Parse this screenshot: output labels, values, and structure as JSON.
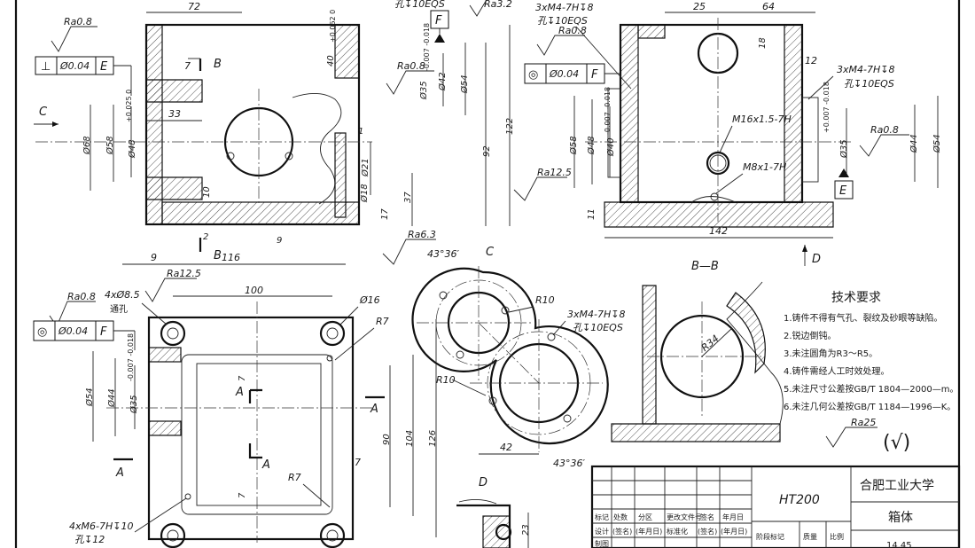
{
  "front_view": {
    "dims": {
      "d72": "72",
      "d7": "7",
      "d33": "33",
      "d10": "10",
      "d9a": "9",
      "d9b": "9",
      "d2": "2",
      "d116": "116",
      "d92": "92",
      "d122": "122",
      "d37": "37",
      "d17": "17",
      "d1": "1",
      "phi68": "Ø68",
      "phi58": "Ø58",
      "phi48": "Ø48",
      "tol48": "+0.025\n0",
      "phi42": "Ø42",
      "phi54": "Ø54",
      "phi35": "Ø35",
      "tol35": "-0.007\n-0.018",
      "d40": "40",
      "tol40": "+0.062\n0",
      "phi21": "Ø21",
      "phi18": "Ø18"
    },
    "labels": {
      "c": "C",
      "b_top": "B",
      "b_bot": "B"
    },
    "ra": {
      "ra08_left": "Ra0.8",
      "ra32": "Ra3.2",
      "ra08_mid": "Ra0.8",
      "ra63": "Ra6.3"
    },
    "hole_note": "孔↧10EQS",
    "frame": {
      "sym": "⊥",
      "tol": "Ø0.04",
      "datum": "E"
    },
    "datum_f": "F"
  },
  "side_view": {
    "dims": {
      "d25": "25",
      "d64": "64",
      "d18": "18",
      "d12": "12",
      "d11": "11",
      "d142": "142",
      "phi58": "Ø58",
      "phi48": "Ø48",
      "phi40": "Ø40",
      "tol40": "-0.007\n-0.018",
      "phi35": "Ø35",
      "tol35": "+0.007\n-0.018",
      "phi44": "Ø44",
      "phi54": "Ø54"
    },
    "notes": {
      "thread_top": "3xM4-7H↧8",
      "hole_top": "孔↧10EQS",
      "thread_right": "3xM4-7H↧8",
      "hole_right": "孔↧10EQS",
      "m16": "M16x1.5-7H",
      "m8": "M8x1-7H"
    },
    "ra": {
      "ra08": "Ra0.8",
      "ra08_right": "Ra0.8",
      "ra125": "Ra12.5"
    },
    "frame": {
      "sym": "◎",
      "tol": "Ø0.04",
      "datum": "F"
    },
    "datum_e": "E",
    "label_d": "D"
  },
  "top_view": {
    "dims": {
      "d100": "100",
      "phi16": "Ø16",
      "r7a": "R7",
      "r7b": "R7",
      "d7a": "7",
      "d7b": "7",
      "d7c": "7",
      "d90": "90",
      "d104": "104",
      "d126": "126",
      "phi54": "Ø54",
      "phi44": "Ø44",
      "phi35": "Ø35",
      "tol35": "-0.007\n-0.018"
    },
    "notes": {
      "holes": "4xØ8.5",
      "through": "通孔",
      "m6": "4xM6-7H↧10",
      "hole12": "孔↧12"
    },
    "ra": {
      "ra08": "Ra0.8",
      "ra125": "Ra12.5"
    },
    "frame": {
      "sym": "◎",
      "tol": "Ø0.04",
      "datum": "F"
    },
    "labels": {
      "a1": "A",
      "a2": "A",
      "a3": "A",
      "a4": "A"
    }
  },
  "view_c": {
    "title": "C",
    "dims": {
      "ang_top": "43°36′",
      "ang_bot": "43°36′",
      "r10a": "R10",
      "r10b": "R10",
      "d42": "42"
    },
    "notes": {
      "thread": "3xM4-7H↧8",
      "hole": "孔↧10EQS"
    }
  },
  "view_d": {
    "title": "D",
    "d23": "23"
  },
  "section_bb": {
    "title": "B—B",
    "r34": "R34"
  },
  "tech_req": {
    "title": "技术要求",
    "items": [
      "1.铸件不得有气孔、裂纹及砂眼等缺陷。",
      "2.锐边倒钝。",
      "3.未注圆角为R3～R5。",
      "4.铸件需经人工时效处理。",
      "5.未注尺寸公差按GB/T 1804—2000—m。",
      "6.未注几何公差按GB/T 1184—1996—K。"
    ],
    "ra_general": "Ra25",
    "ra_other": "(√)"
  },
  "title_block": {
    "material": "HT200",
    "school": "合肥工业大学",
    "part_name": "箱体",
    "drawing_no": "14.45",
    "row1": [
      "标记",
      "处数",
      "分区",
      "更改文件号",
      "签名",
      "年月日"
    ],
    "row2": [
      "设计",
      "(签名)",
      "(年月日)",
      "标准化",
      "(签名)",
      "(年月日)"
    ],
    "row3": [
      "制图"
    ],
    "stage": "阶段标记",
    "mass": "质量",
    "scale": "比例"
  }
}
